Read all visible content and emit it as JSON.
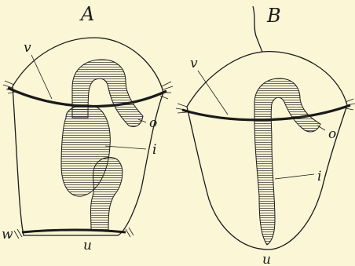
{
  "panels": [
    {
      "title": "A",
      "labels": {
        "v": "v",
        "o": "o",
        "i": "i",
        "w": "w",
        "u": "u"
      }
    },
    {
      "title": "B",
      "labels": {
        "v": "v",
        "o": "o",
        "i": "i",
        "u": "u"
      }
    }
  ],
  "colors": {
    "paper": "#fbf6d6",
    "ink": "#1a1a1a"
  }
}
